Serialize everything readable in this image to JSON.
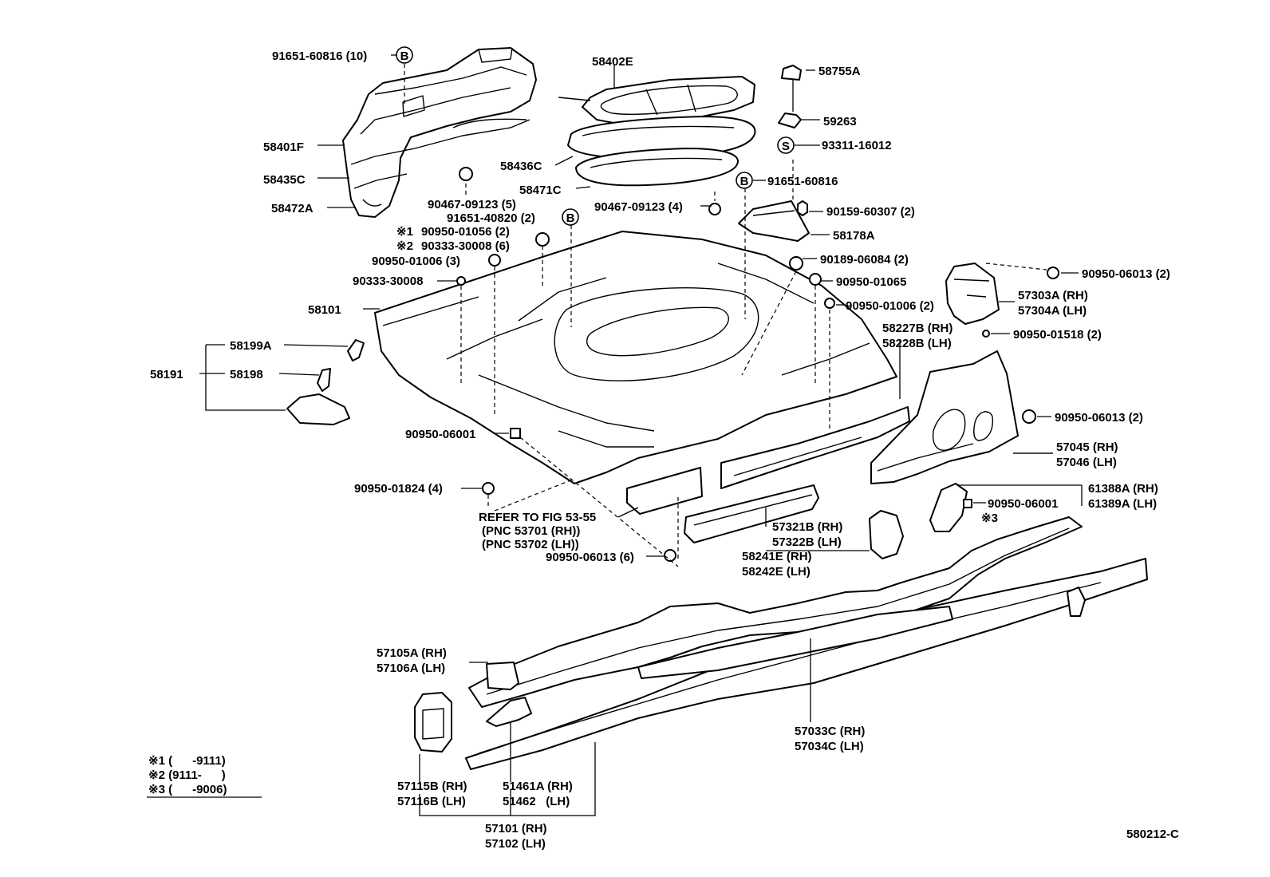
{
  "diagram_id": "580212-C",
  "labels": {
    "l_91651_60816_10": "91651-60816 (10)",
    "l_58402E": "58402E",
    "l_58755A": "58755A",
    "l_59263": "59263",
    "l_93311_16012": "93311-16012",
    "l_58401F": "58401F",
    "l_58435C": "58435C",
    "l_58472A": "58472A",
    "l_58436C": "58436C",
    "l_58471C": "58471C",
    "l_91651_60816": "91651-60816",
    "l_90467_09123_5": "90467-09123 (5)",
    "l_90467_09123_4": "90467-09123 (4)",
    "l_90159_60307_2": "90159-60307 (2)",
    "l_91651_40820_2": "91651-40820 (2)",
    "l_58178A": "58178A",
    "l_90950_01056_2": "90950-01056 (2)",
    "l_90333_30008_6": "90333-30008 (6)",
    "l_90950_01006_3": "90950-01006 (3)",
    "l_90189_06084_2": "90189-06084 (2)",
    "l_90950_06013_2a": "90950-06013 (2)",
    "l_90333_30008": "90333-30008",
    "l_90950_01065": "90950-01065",
    "l_57303A": "57303A (RH)",
    "l_57304A": "57304A (LH)",
    "l_58101": "58101",
    "l_90950_01006_2": "90950-01006 (2)",
    "l_58227B": "58227B (RH)",
    "l_58228B": "58228B (LH)",
    "l_90950_01518_2": "90950-01518 (2)",
    "l_58199A": "58199A",
    "l_58191": "58191",
    "l_58198": "58198",
    "l_90950_06013_2b": "90950-06013 (2)",
    "l_90950_06001a": "90950-06001",
    "l_57045": "57045 (RH)",
    "l_57046": "57046 (LH)",
    "l_61388A": "61388A (RH)",
    "l_61389A": "61389A (LH)",
    "l_90950_01824_4": "90950-01824 (4)",
    "l_90950_06001b": "90950-06001",
    "l_refer_1": "REFER TO FIG 53-55",
    "l_refer_2": "(PNC 53701 (RH))",
    "l_refer_3": "(PNC 53702 (LH))",
    "l_57321B": "57321B (RH)",
    "l_57322B": "57322B (LH)",
    "l_90950_06013_6": "90950-06013 (6)",
    "l_58241E": "58241E (RH)",
    "l_58242E": "58242E (LH)",
    "l_57105A": "57105A (RH)",
    "l_57106A": "57106A (LH)",
    "l_57033C": "57033C (RH)",
    "l_57034C": "57034C (LH)",
    "l_57115B": "57115B (RH)",
    "l_57116B": "57116B (LH)",
    "l_51461A": "51461A (RH)",
    "l_51462": "51462   (LH)",
    "l_57101": "57101 (RH)",
    "l_57102": "57102 (LH)"
  },
  "notes": {
    "n1_mark": "※1",
    "n2_mark": "※2",
    "n3_mark": "※3",
    "n1": "※1 (      -9111)",
    "n2": "※2 (9111-      )",
    "n3": "※3 (      -9006)"
  },
  "markers": {
    "B": "B",
    "S": "S"
  }
}
